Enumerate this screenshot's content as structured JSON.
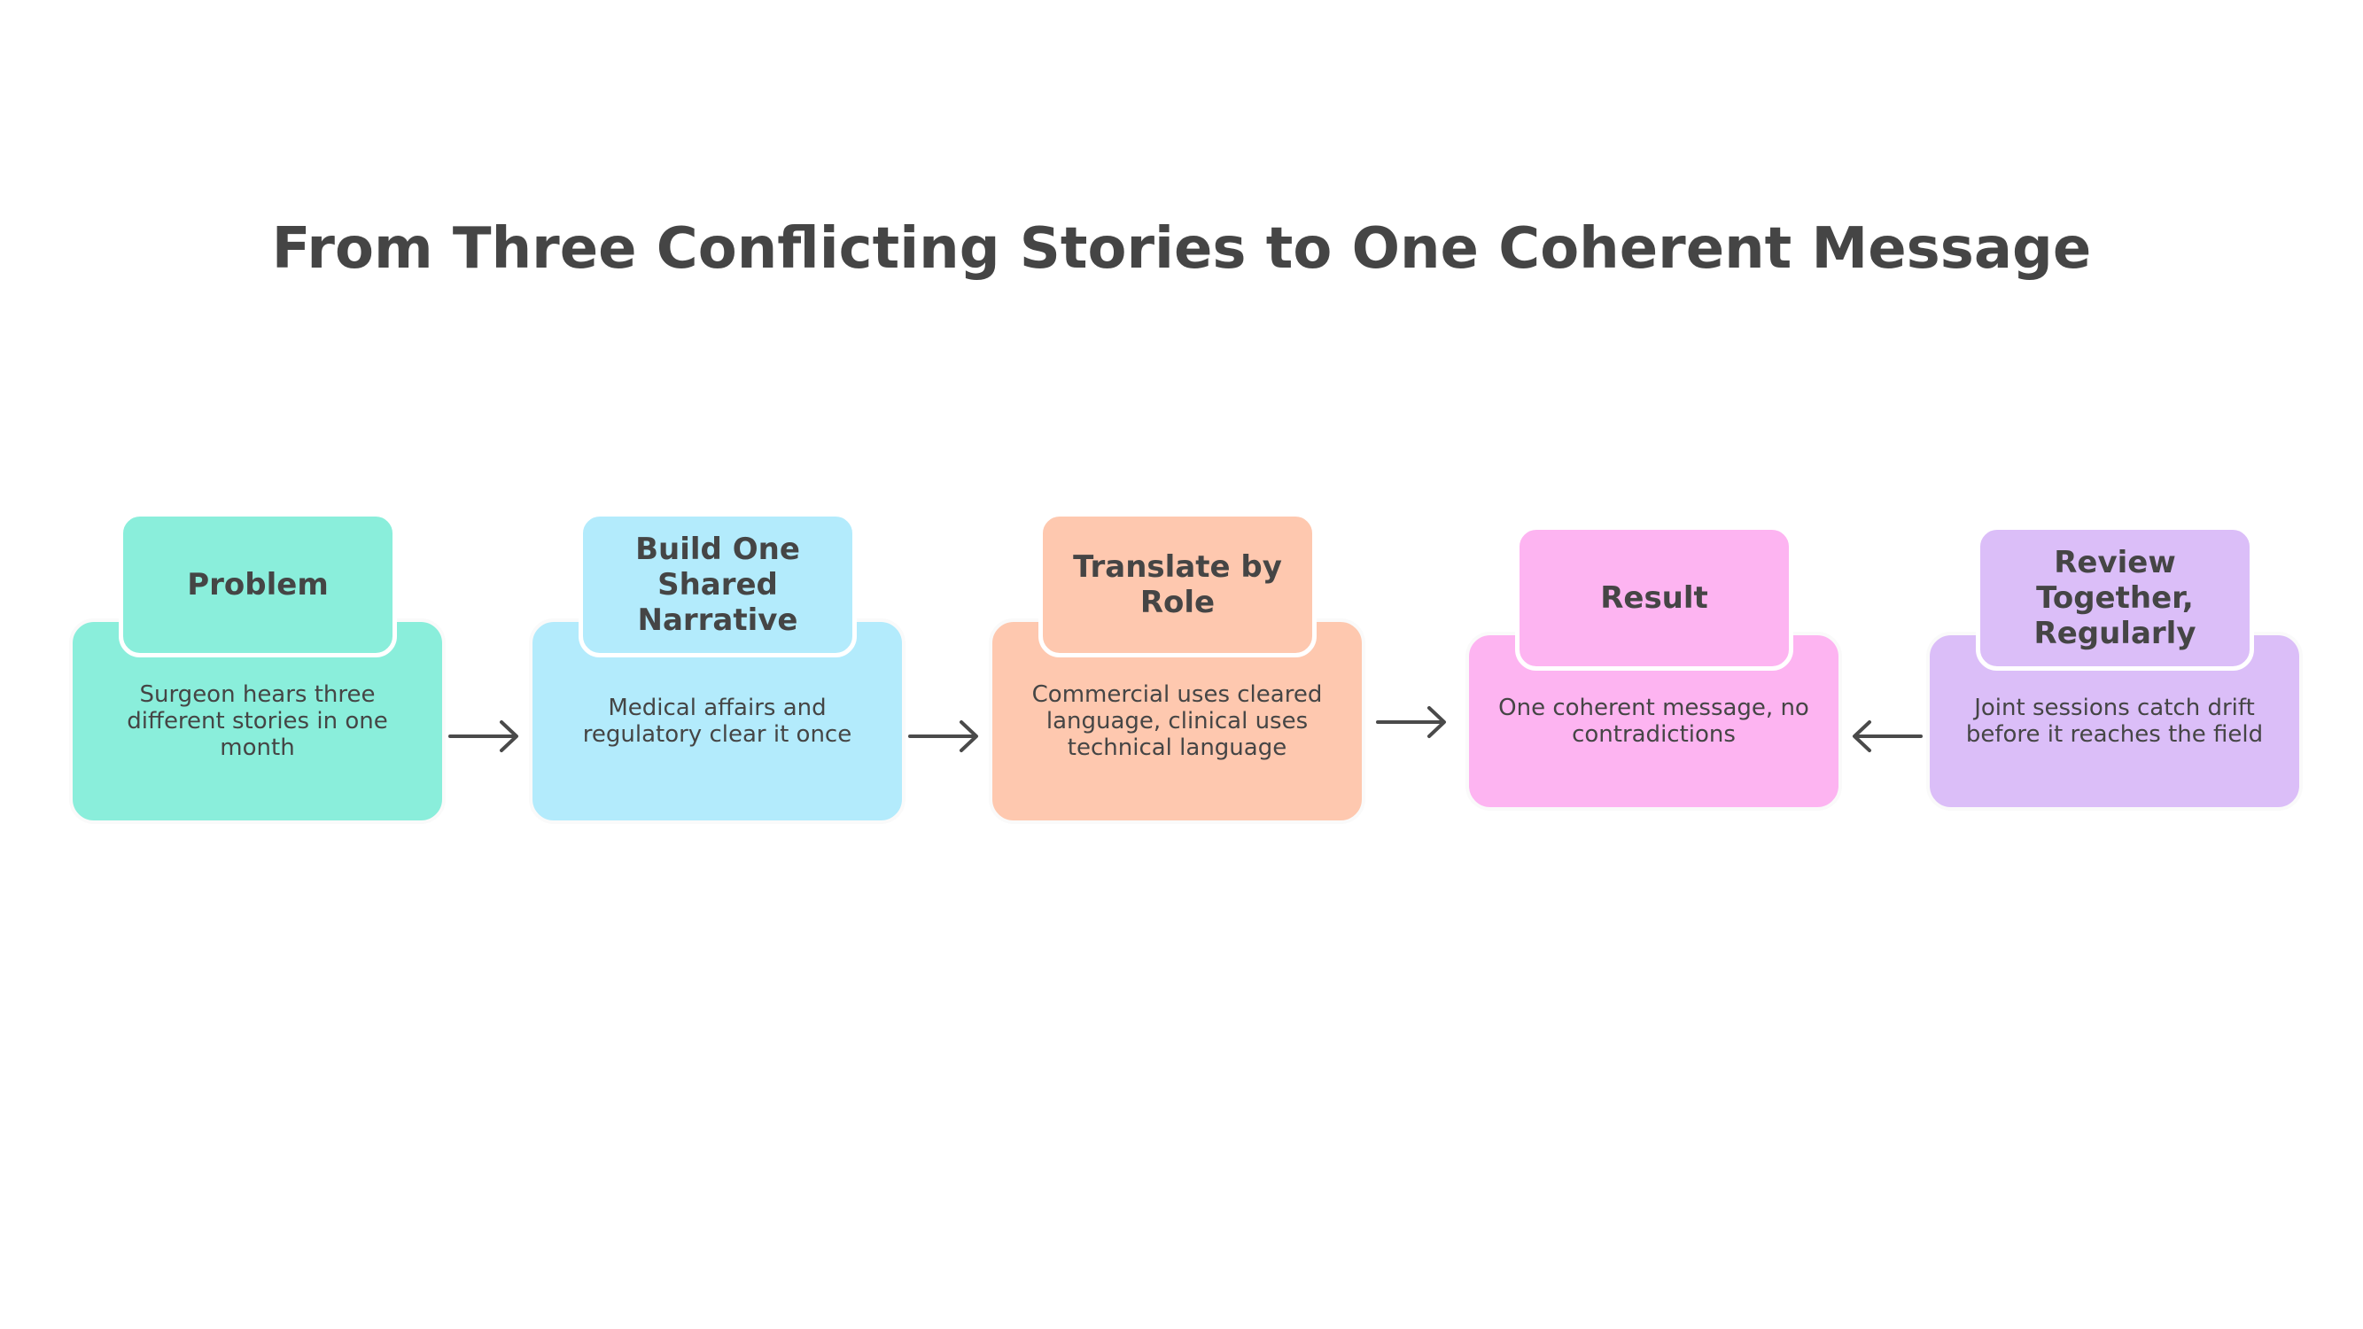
{
  "title": "From Three Conflicting Stories to One Coherent Message",
  "steps": [
    {
      "label": "Problem",
      "text": "Surgeon hears three different stories in one month",
      "color": "#8aeedb"
    },
    {
      "label": "Build One Shared Narrative",
      "text": "Medical affairs and regulatory clear it once",
      "color": "#b3ebfc"
    },
    {
      "label": "Translate by Role",
      "text": "Commercial uses cleared language, clinical uses technical language",
      "color": "#fec8af"
    },
    {
      "label": "Result",
      "text": "One coherent message, no contradictions",
      "color": "#fdb4f1"
    },
    {
      "label": "Review Together, Regularly",
      "text": "Joint sessions catch drift before it reaches the field",
      "color": "#dbbef8"
    }
  ],
  "arrow_color": "#4a4a4a"
}
